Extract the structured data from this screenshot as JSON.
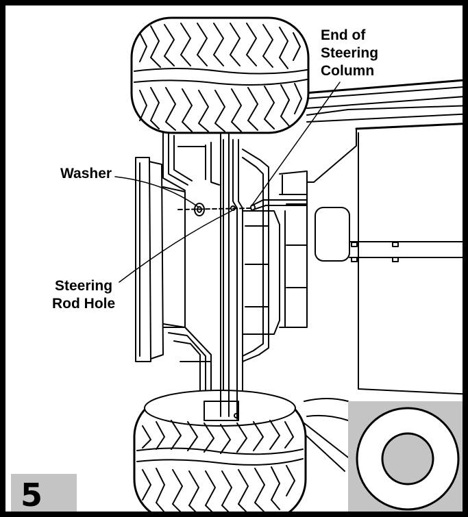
{
  "step": {
    "number": "5"
  },
  "labels": {
    "end_of_steering_column": [
      "End of",
      "Steering",
      "Column"
    ],
    "washer": "Washer",
    "steering_rod_hole": [
      "Steering",
      "Rod Hole"
    ]
  },
  "icons": {
    "tire_top": "tire-icon",
    "tire_bottom": "tire-icon",
    "washer_detail": "washer-icon"
  },
  "colors": {
    "line": "#000000",
    "badge": "#c4c4c4",
    "paper": "#ffffff"
  }
}
